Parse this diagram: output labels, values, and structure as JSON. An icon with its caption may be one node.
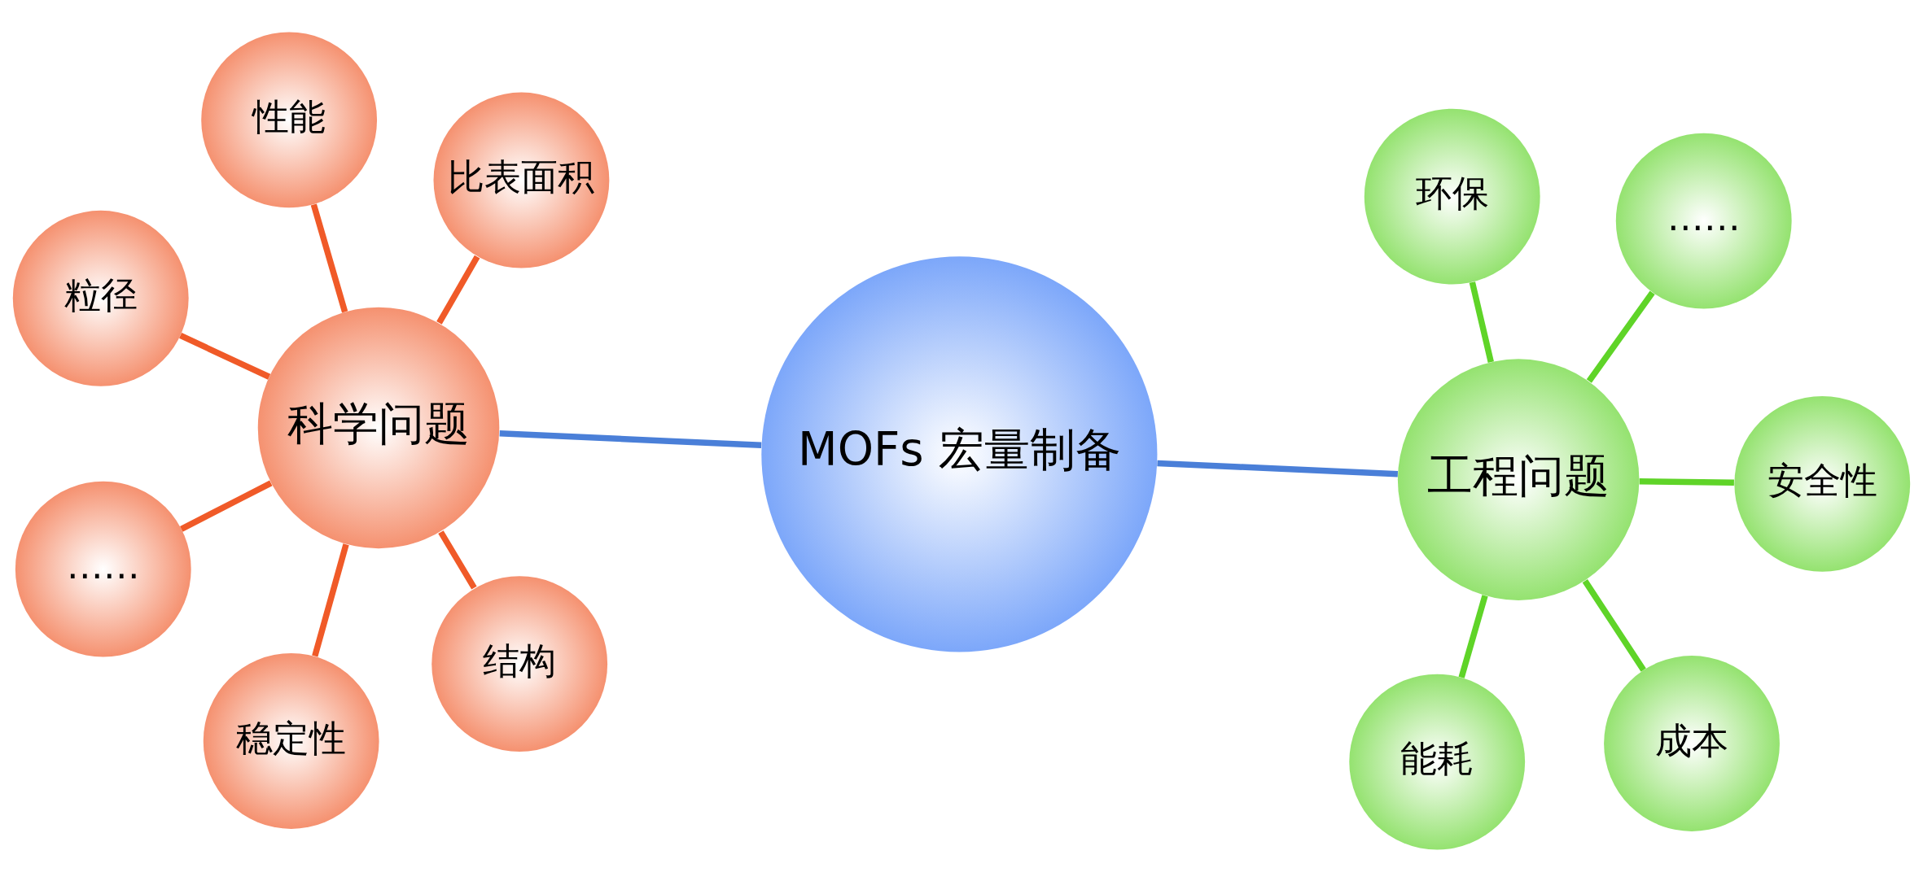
{
  "diagram": {
    "nodes": [
      {
        "text": [
          "科学问题"
        ]
      },
      {
        "text": [
          "结构"
        ]
      },
      {
        "text": [
          "稳定性"
        ]
      },
      {
        "text": [
          "粒径"
        ]
      },
      {
        "text": [
          "比表面积"
        ]
      },
      {
        "text": [
          "性能"
        ]
      },
      {
        "text": [
          "……"
        ]
      },
      {
        "text": [
          "MOFs 宏量制备"
        ]
      },
      {
        "text": [
          "工程问题"
        ]
      },
      {
        "text": [
          "成本"
        ]
      },
      {
        "text": [
          "能耗"
        ]
      },
      {
        "text": [
          "环保"
        ]
      },
      {
        "text": [
          "安全性"
        ]
      },
      {
        "text": [
          "……"
        ]
      }
    ],
    "edges": [
      {
        "from": 0,
        "to": 1,
        "arrow": "none",
        "color": "#f05a28"
      },
      {
        "from": 0,
        "to": 2,
        "arrow": "none",
        "color": "#f05a28"
      },
      {
        "from": 0,
        "to": 3,
        "arrow": "none",
        "color": "#f05a28"
      },
      {
        "from": 0,
        "to": 4,
        "arrow": "none",
        "color": "#f05a28"
      },
      {
        "from": 0,
        "to": 5,
        "arrow": "none",
        "color": "#f05a28"
      },
      {
        "from": 0,
        "to": 6,
        "arrow": "none",
        "color": "#f05a28"
      },
      {
        "from": 0,
        "to": 7,
        "arrow": "none",
        "color": "#4a7fd8"
      },
      {
        "from": 7,
        "to": 8,
        "arrow": "none",
        "color": "#4a7fd8"
      },
      {
        "from": 8,
        "to": 9,
        "arrow": "none",
        "color": "#5fd428"
      },
      {
        "from": 8,
        "to": 10,
        "arrow": "none",
        "color": "#5fd428"
      },
      {
        "from": 8,
        "to": 11,
        "arrow": "none",
        "color": "#5fd428"
      },
      {
        "from": 8,
        "to": 12,
        "arrow": "none",
        "color": "#5fd428"
      },
      {
        "from": 8,
        "to": 13,
        "arrow": "none",
        "color": "#5fd428"
      }
    ]
  }
}
